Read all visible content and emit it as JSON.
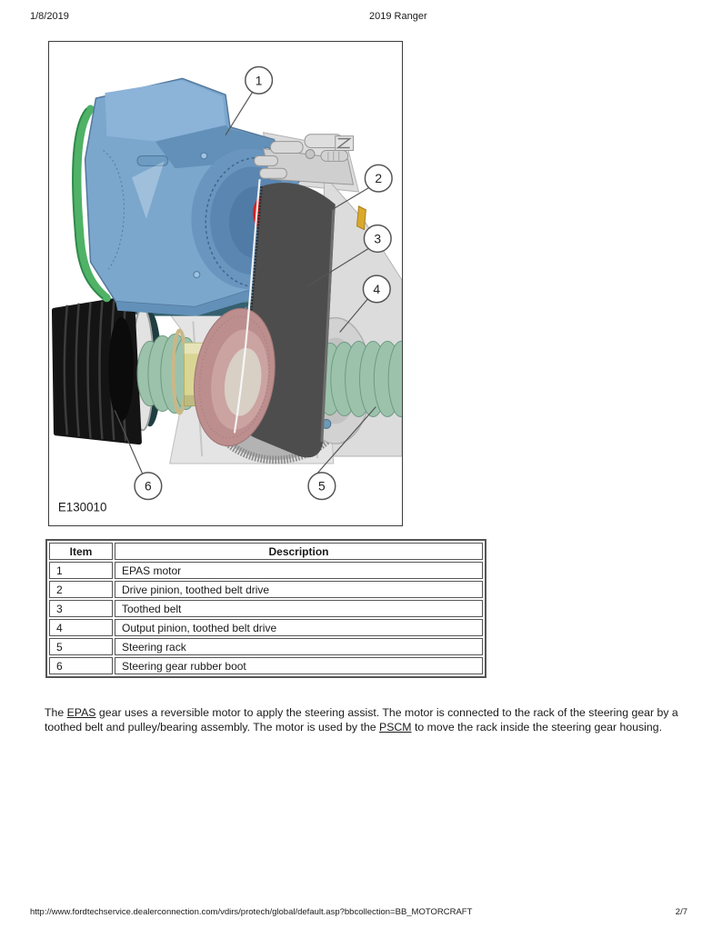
{
  "header": {
    "date": "1/8/2019",
    "title": "2019 Ranger"
  },
  "footer": {
    "url": "http://www.fordtechservice.dealerconnection.com/vdirs/protech/global/default.asp?bbcollection=BB_MOTORCRAFT",
    "page_indicator": "2/7"
  },
  "figure": {
    "label": "E130010",
    "callouts": [
      "1",
      "2",
      "3",
      "4",
      "5",
      "6"
    ],
    "colors": {
      "motor_blue": "#7BA7CD",
      "motor_bump_top": "#8CB3D8",
      "motor_shade": "#6290B8",
      "motor_face": "#6995BF",
      "gasket_green": "#4FB266",
      "belt_dark": "#4D4D4D",
      "pulley_gray": "#B3B3B3",
      "housing_gray": "#DCDCDC",
      "bearing_pink": "#BC8E8E",
      "shaft_yellow": "#D9D593",
      "coil_green": "#9CC2AC",
      "boot_black": "#141414",
      "seal_red": "#D42020"
    }
  },
  "table": {
    "headers": {
      "item": "Item",
      "description": "Description"
    },
    "rows": [
      {
        "item": "1",
        "description": "EPAS motor"
      },
      {
        "item": "2",
        "description": "Drive pinion, toothed belt drive"
      },
      {
        "item": "3",
        "description": "Toothed belt"
      },
      {
        "item": "4",
        "description": "Output pinion, toothed belt drive"
      },
      {
        "item": "5",
        "description": "Steering rack"
      },
      {
        "item": "6",
        "description": "Steering gear rubber boot"
      }
    ]
  },
  "paragraph": {
    "s0": "The ",
    "link_epas": "EPAS",
    "s1": " gear uses a reversible motor to apply the steering assist. The motor is connected to the rack of the steering gear by a toothed belt and pulley/bearing assembly. The motor is used by the ",
    "link_pscm": "PSCM",
    "s2": " to move the rack inside the steering gear housing."
  }
}
